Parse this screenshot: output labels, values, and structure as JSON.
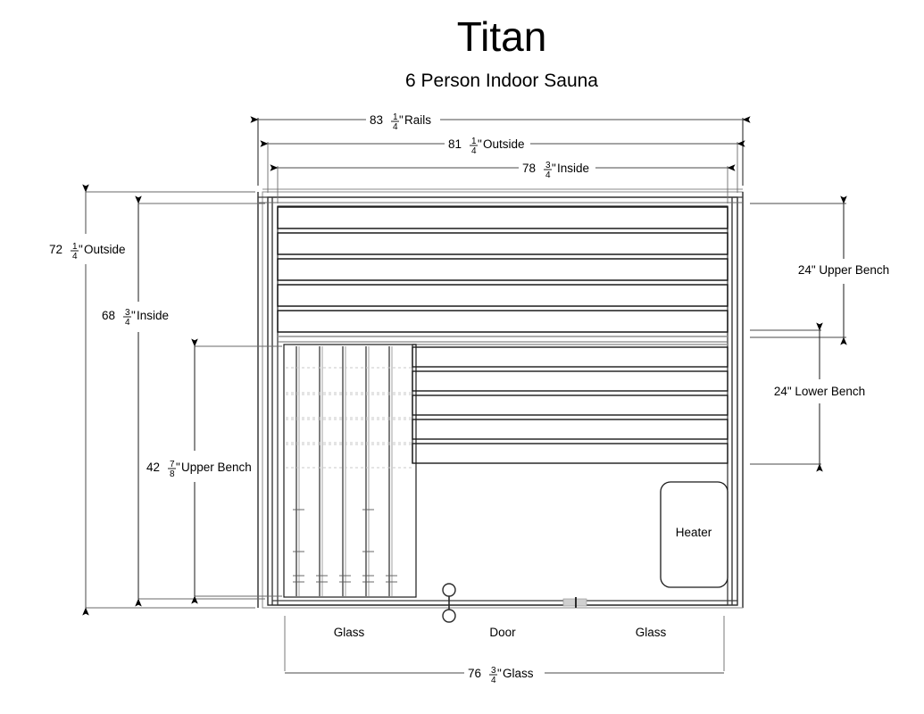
{
  "header": {
    "title": "Titan",
    "subtitle": "6 Person Indoor Sauna"
  },
  "dimensions": {
    "rails": {
      "whole": "83",
      "num": "1",
      "den": "4",
      "unit": "\"",
      "label": " Rails"
    },
    "outside_width": {
      "whole": "81",
      "num": "1",
      "den": "4",
      "unit": "\"",
      "label": " Outside"
    },
    "inside_width": {
      "whole": "78",
      "num": "3",
      "den": "4",
      "unit": "\"",
      "label": " Inside"
    },
    "outside_height": {
      "whole": "72",
      "num": "1",
      "den": "4",
      "unit": "\"",
      "label": " Outside"
    },
    "inside_height": {
      "whole": "68",
      "num": "3",
      "den": "4",
      "unit": "\"",
      "label": " Inside"
    },
    "upper_bench_left": {
      "whole": "42",
      "num": "7",
      "den": "8",
      "unit": "\"",
      "label": " Upper Bench"
    },
    "glass_width": {
      "whole": "76",
      "num": "3",
      "den": "4",
      "unit": "\"",
      "label": " Glass"
    },
    "upper_bench_right": "24\" Upper Bench",
    "lower_bench_right": "24\" Lower Bench"
  },
  "components": {
    "heater": "Heater",
    "glass_left": "Glass",
    "door": "Door",
    "glass_right": "Glass"
  },
  "colors": {
    "line": "#1a1a1a",
    "thin_line": "#555555",
    "faint_line": "#b8b8b8",
    "background": "#ffffff"
  }
}
